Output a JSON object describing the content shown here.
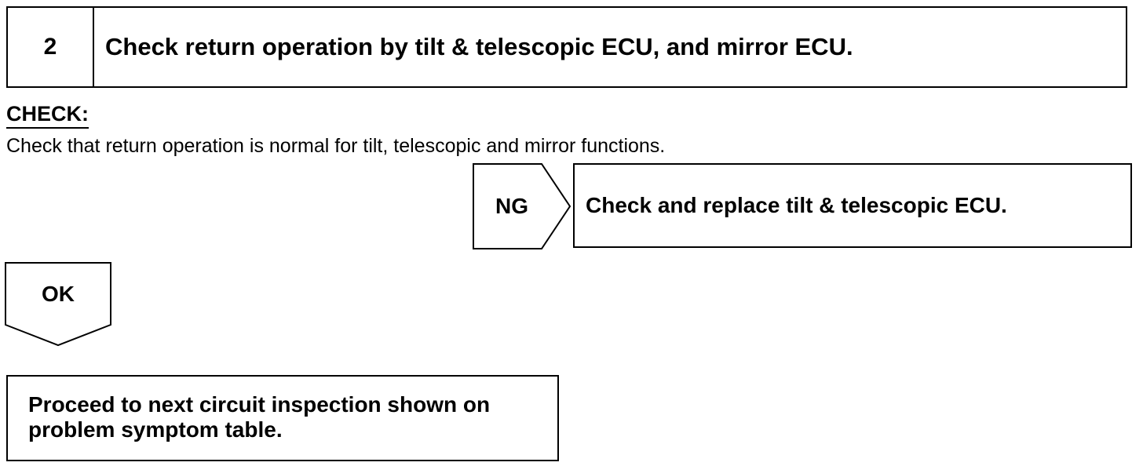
{
  "step": {
    "number": "2",
    "title": "Check return operation by tilt & telescopic ECU, and mirror ECU."
  },
  "check": {
    "label": "CHECK:",
    "text": "Check that return operation is normal for tilt, telescopic and mirror functions."
  },
  "ng_branch": {
    "label": "NG",
    "action": "Check and replace tilt & telescopic ECU."
  },
  "ok_branch": {
    "label": "OK"
  },
  "result": {
    "text": "Proceed to next circuit inspection shown on problem symptom table."
  }
}
